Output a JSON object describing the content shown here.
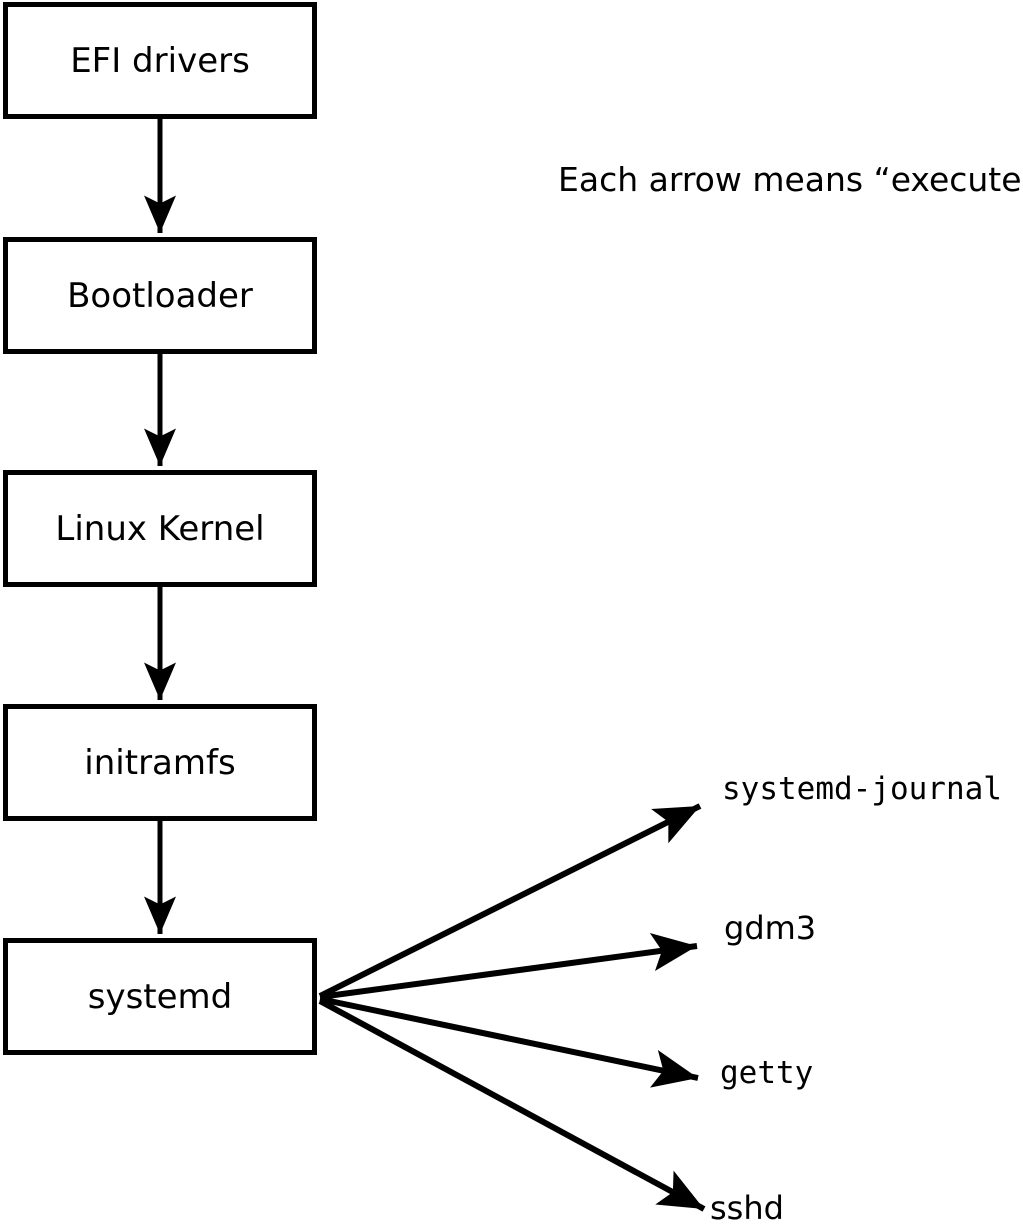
{
  "legend": {
    "note": "Each arrow means “executes”."
  },
  "flow": {
    "nodes": [
      {
        "label": "EFI drivers"
      },
      {
        "label": "Bootloader"
      },
      {
        "label": "Linux Kernel"
      },
      {
        "label": "initramfs"
      },
      {
        "label": "systemd"
      }
    ],
    "targets": [
      {
        "label": "systemd-journal"
      },
      {
        "label": "gdm3"
      },
      {
        "label": "getty"
      },
      {
        "label": "sshd"
      }
    ]
  },
  "colors": {
    "background": "#ffffff",
    "box_fill": "#ffffff",
    "stroke": "#000000",
    "text": "#000000"
  }
}
